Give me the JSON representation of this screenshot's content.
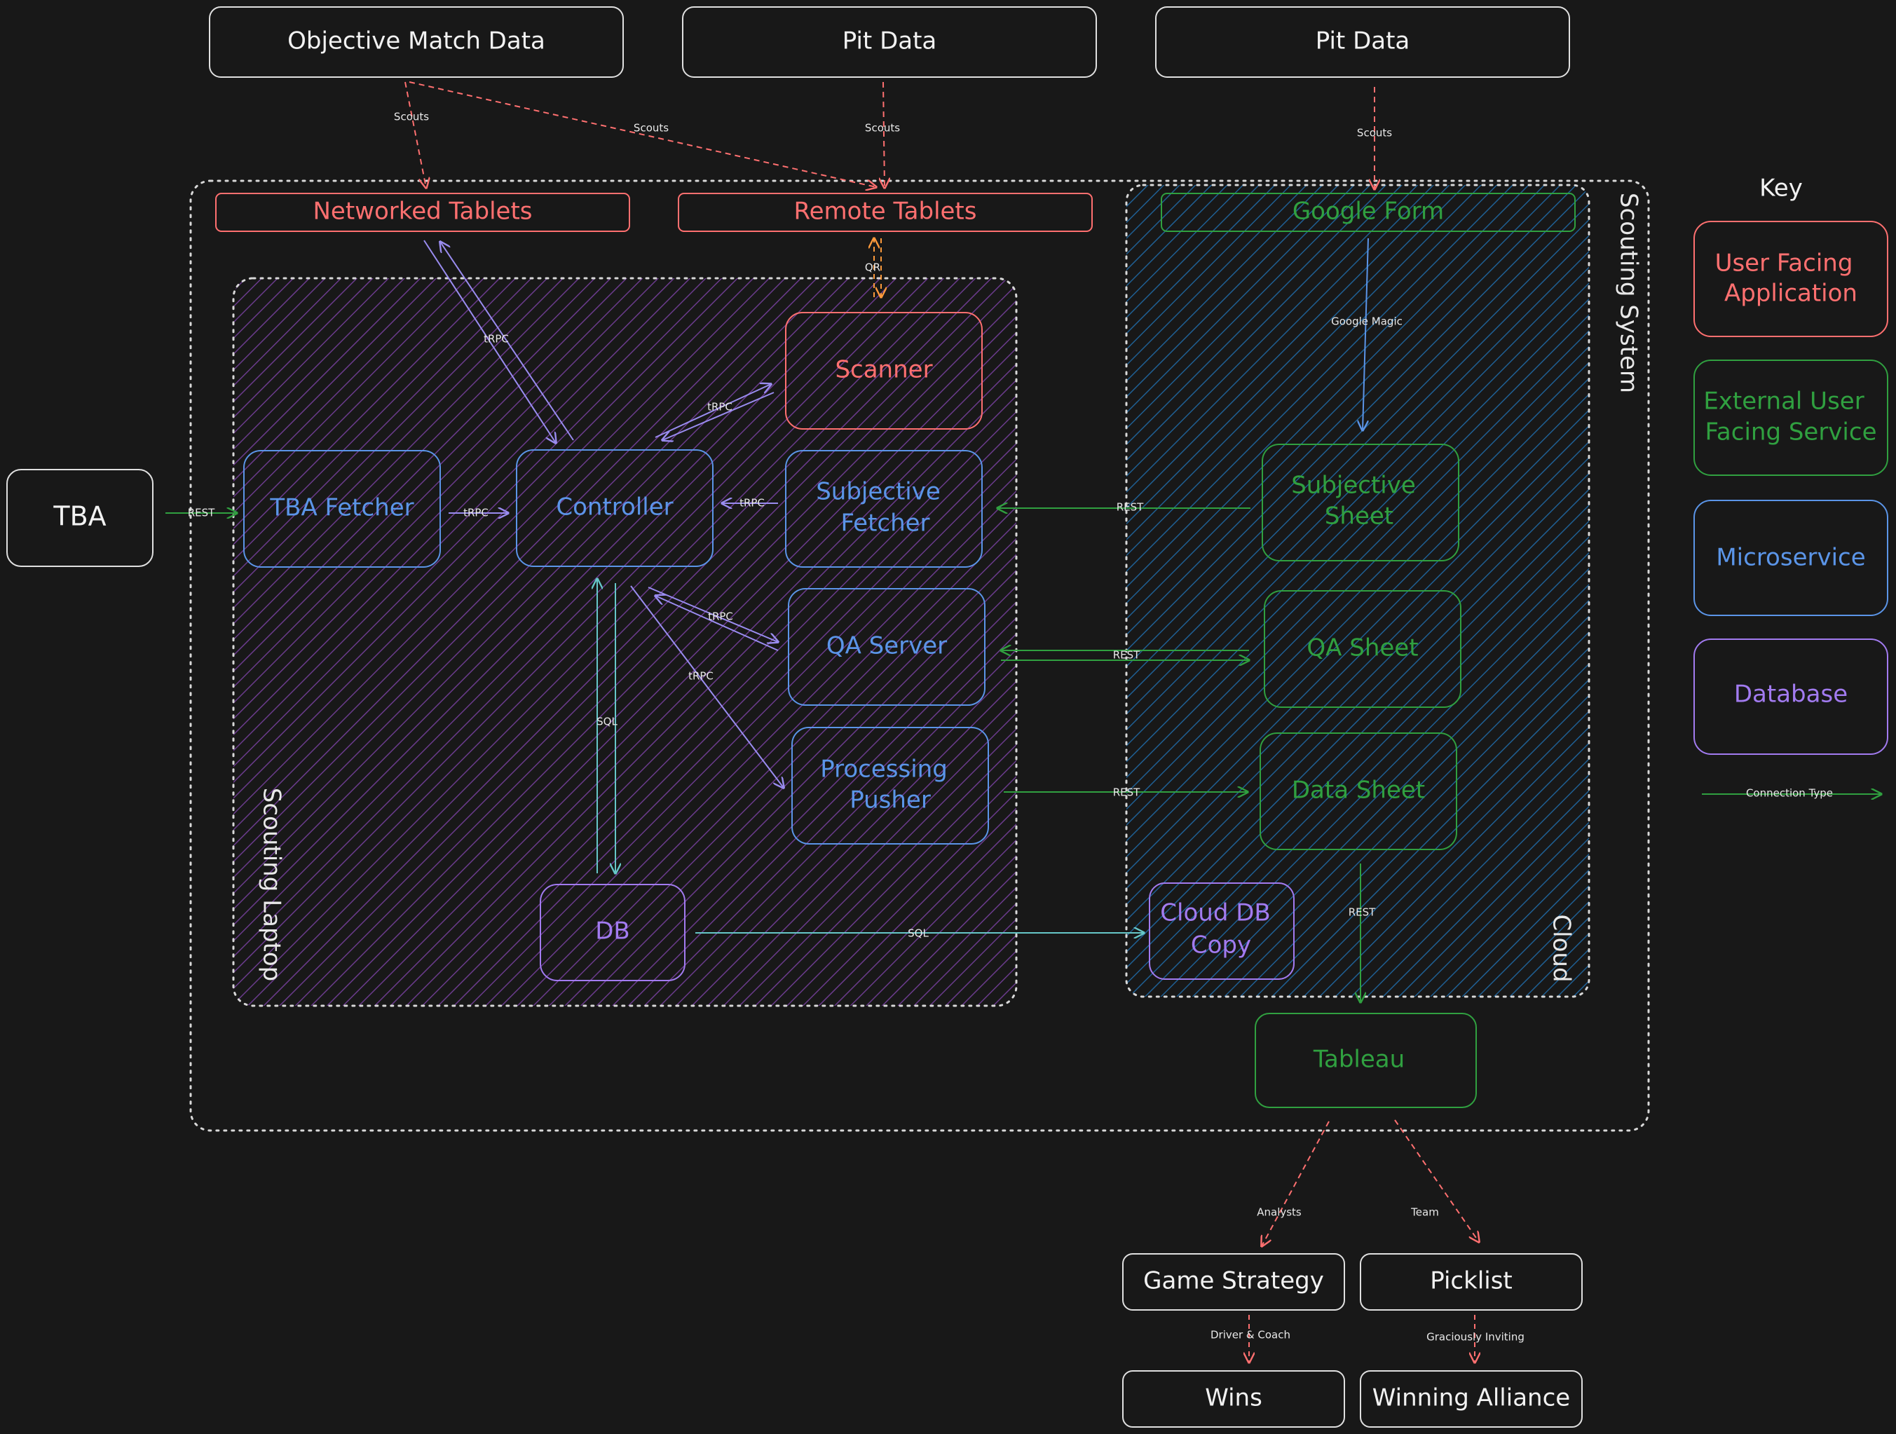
{
  "colors": {
    "background": "#181818",
    "user_facing": "#ff7070",
    "external_service": "#30a040",
    "microservice": "#5b95e8",
    "database": "#a27bf0",
    "neutral": "#e8e8e8",
    "laptop_fill": "#6a3b8c",
    "cloud_fill": "#1f5f93",
    "orange": "#ff9a3c",
    "teal": "#66c7c8"
  },
  "sources": {
    "objective": "Objective Match Data",
    "pit1": "Pit Data",
    "pit2": "Pit Data"
  },
  "tba": "TBA",
  "groups": {
    "scouting_system": "Scouting System",
    "scouting_laptop": "Scouting Laptop",
    "cloud": "Cloud"
  },
  "nodes": {
    "networked_tablets": "Networked Tablets",
    "remote_tablets": "Remote Tablets",
    "google_form": "Google Form",
    "scanner": "Scanner",
    "tba_fetcher": "TBA Fetcher",
    "controller": "Controller",
    "subjective_fetcher": [
      "Subjective",
      "Fetcher"
    ],
    "qa_server": "QA Server",
    "processing_pusher": [
      "Processing",
      "Pusher"
    ],
    "db": "DB",
    "subjective_sheet": [
      "Subjective",
      "Sheet"
    ],
    "qa_sheet": "QA Sheet",
    "data_sheet": "Data Sheet",
    "cloud_db_copy": [
      "Cloud DB",
      "Copy"
    ],
    "tableau": "Tableau",
    "game_strategy": "Game Strategy",
    "picklist": "Picklist",
    "wins": "Wins",
    "winning_alliance": "Winning Alliance"
  },
  "edge_labels": {
    "scouts": "Scouts",
    "qr": "QR",
    "trpc": "tRPC",
    "rest": "REST",
    "sql": "SQL",
    "google_magic": "Google Magic",
    "analysts": "Analysts",
    "team": "Team",
    "driver_coach": "Driver & Coach",
    "graciously_inviting": "Graciously Inviting"
  },
  "key": {
    "title": "Key",
    "user_facing": [
      "User Facing",
      "Application"
    ],
    "external": [
      "External User",
      "Facing Service"
    ],
    "microservice": "Microservice",
    "database": "Database",
    "connection": "Connection Type"
  }
}
